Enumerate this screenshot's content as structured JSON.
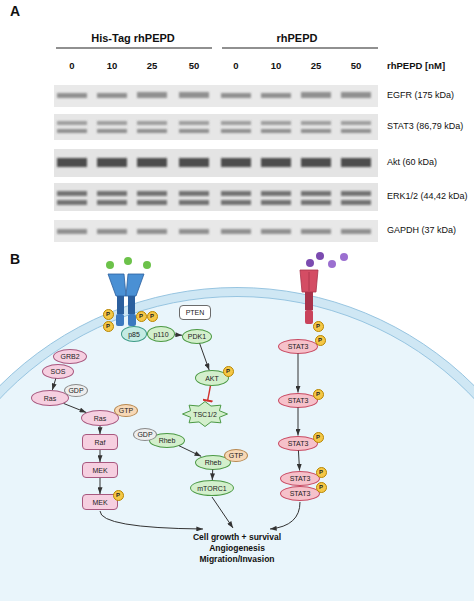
{
  "diagram": {
    "nodes": [
      {
        "text": [
          "GRB2"
        ]
      },
      {
        "text": [
          "SOS"
        ]
      },
      {
        "text": [
          "GDP"
        ]
      },
      {
        "text": [
          "Ras"
        ]
      },
      {
        "text": [
          "Ras"
        ]
      },
      {
        "text": [
          "GTP"
        ]
      },
      {
        "text": [
          "Raf"
        ]
      },
      {
        "text": [
          "MEK"
        ]
      },
      {
        "text": [
          "MEK"
        ]
      },
      {
        "text": [
          "p85"
        ]
      },
      {
        "text": [
          "p110"
        ]
      },
      {
        "text": [
          "PTEN"
        ]
      },
      {
        "text": [
          "PDK1"
        ]
      },
      {
        "text": [
          "AKT"
        ]
      },
      {
        "text": [
          "TSC1/2"
        ]
      },
      {
        "text": [
          "GDP"
        ]
      },
      {
        "text": [
          "Rheb"
        ]
      },
      {
        "text": [
          "Rheb"
        ]
      },
      {
        "text": [
          "GTP"
        ]
      },
      {
        "text": [
          "mTORC1"
        ]
      },
      {
        "text": [
          "STAT3"
        ]
      },
      {
        "text": [
          "STAT3"
        ]
      },
      {
        "text": [
          "STAT3"
        ]
      },
      {
        "text": [
          "STAT3"
        ]
      },
      {
        "text": [
          "STAT3"
        ]
      },
      {
        "text": [
          "P"
        ]
      },
      {
        "text": [
          "P"
        ]
      },
      {
        "text": [
          "P"
        ]
      },
      {
        "text": [
          "P"
        ]
      },
      {
        "text": [
          "P"
        ]
      },
      {
        "text": [
          "P"
        ]
      },
      {
        "text": [
          "P"
        ]
      },
      {
        "text": [
          "P"
        ]
      },
      {
        "text": [
          "P"
        ]
      },
      {
        "text": [
          "P"
        ]
      },
      {
        "text": [
          "P"
        ]
      },
      {
        "text": [
          "P"
        ]
      }
    ],
    "edges": [
      {
        "from": 1,
        "to": 3,
        "arrow": "to"
      },
      {
        "from": 3,
        "to": 4,
        "arrow": "to"
      },
      {
        "from": 4,
        "to": 6,
        "arrow": "to"
      },
      {
        "from": 6,
        "to": 7,
        "arrow": "to"
      },
      {
        "from": 7,
        "to": 8,
        "arrow": "to"
      },
      {
        "from": 10,
        "to": 12,
        "arrow": "to"
      },
      {
        "from": 12,
        "to": 13,
        "arrow": "to"
      },
      {
        "from": 13,
        "to": 14,
        "arrow": "to"
      },
      {
        "from": 16,
        "to": 17,
        "arrow": "to"
      },
      {
        "from": 17,
        "to": 19,
        "arrow": "to"
      },
      {
        "from": 20,
        "to": 21,
        "arrow": "to"
      },
      {
        "from": 21,
        "to": 22,
        "arrow": "to"
      },
      {
        "from": 22,
        "to": 23,
        "arrow": "to"
      }
    ],
    "labels": [
      "A",
      "His-Tag rhPEPD",
      "rhPEPD",
      "rhPEPD [nM]",
      "0",
      "10",
      "25",
      "50",
      "0",
      "10",
      "25",
      "50",
      "EGFR (175 kDa)",
      "STAT3 (86,79 kDa)",
      "Akt (60 kDa)",
      "ERK1/2 (44,42 kDa)",
      "GAPDH (37 kDa)",
      "B",
      "Cell growth + survival",
      "Angiogenesis",
      "Migration/Invasion"
    ]
  }
}
